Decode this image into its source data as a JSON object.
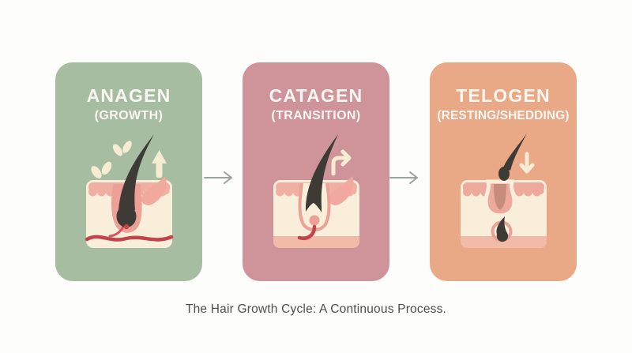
{
  "page": {
    "caption": "The Hair Growth Cycle: A Continuous Process."
  },
  "stages": [
    {
      "id": "anagen",
      "title": "ANAGEN",
      "subtitle": "(GROWTH)"
    },
    {
      "id": "catagen",
      "title": "CATAGEN",
      "subtitle": "(TRANSITION)"
    },
    {
      "id": "telogen",
      "title": "TELOGEN",
      "subtitle": "(RESTING/SHEDDING)"
    }
  ],
  "icons": {
    "stage-flow": "thin right arrow between cards",
    "anagen-direction": "up-arrow",
    "anagen-growth": "sprout-leaves",
    "catagen-direction": "up-then-right bend arrow",
    "telogen-direction": "down-arrow"
  },
  "palette": {
    "page-bg": "#fdfdfc",
    "card-anagen": "#a6bda1",
    "card-catagen": "#cf939a",
    "card-telogen": "#e9a987",
    "title-text": "#faf7f2",
    "caption-text": "#4e4e4e",
    "flow-arrow": "#9aa49c",
    "skin-cream": "#f8eed9",
    "epidermis-pink": "#efb0a3",
    "epidermis-deep": "#eda99c",
    "dermis-strip": "#f1bba8",
    "follicle-pink": "#eda095",
    "gland-pink": "#f0a99c",
    "hair-dark": "#3e3a35",
    "vessel-red": "#c4434b",
    "vessel-bright": "#d4555a",
    "cream-accent": "#f6ebd3",
    "stub-brown": "#c78d7c"
  }
}
